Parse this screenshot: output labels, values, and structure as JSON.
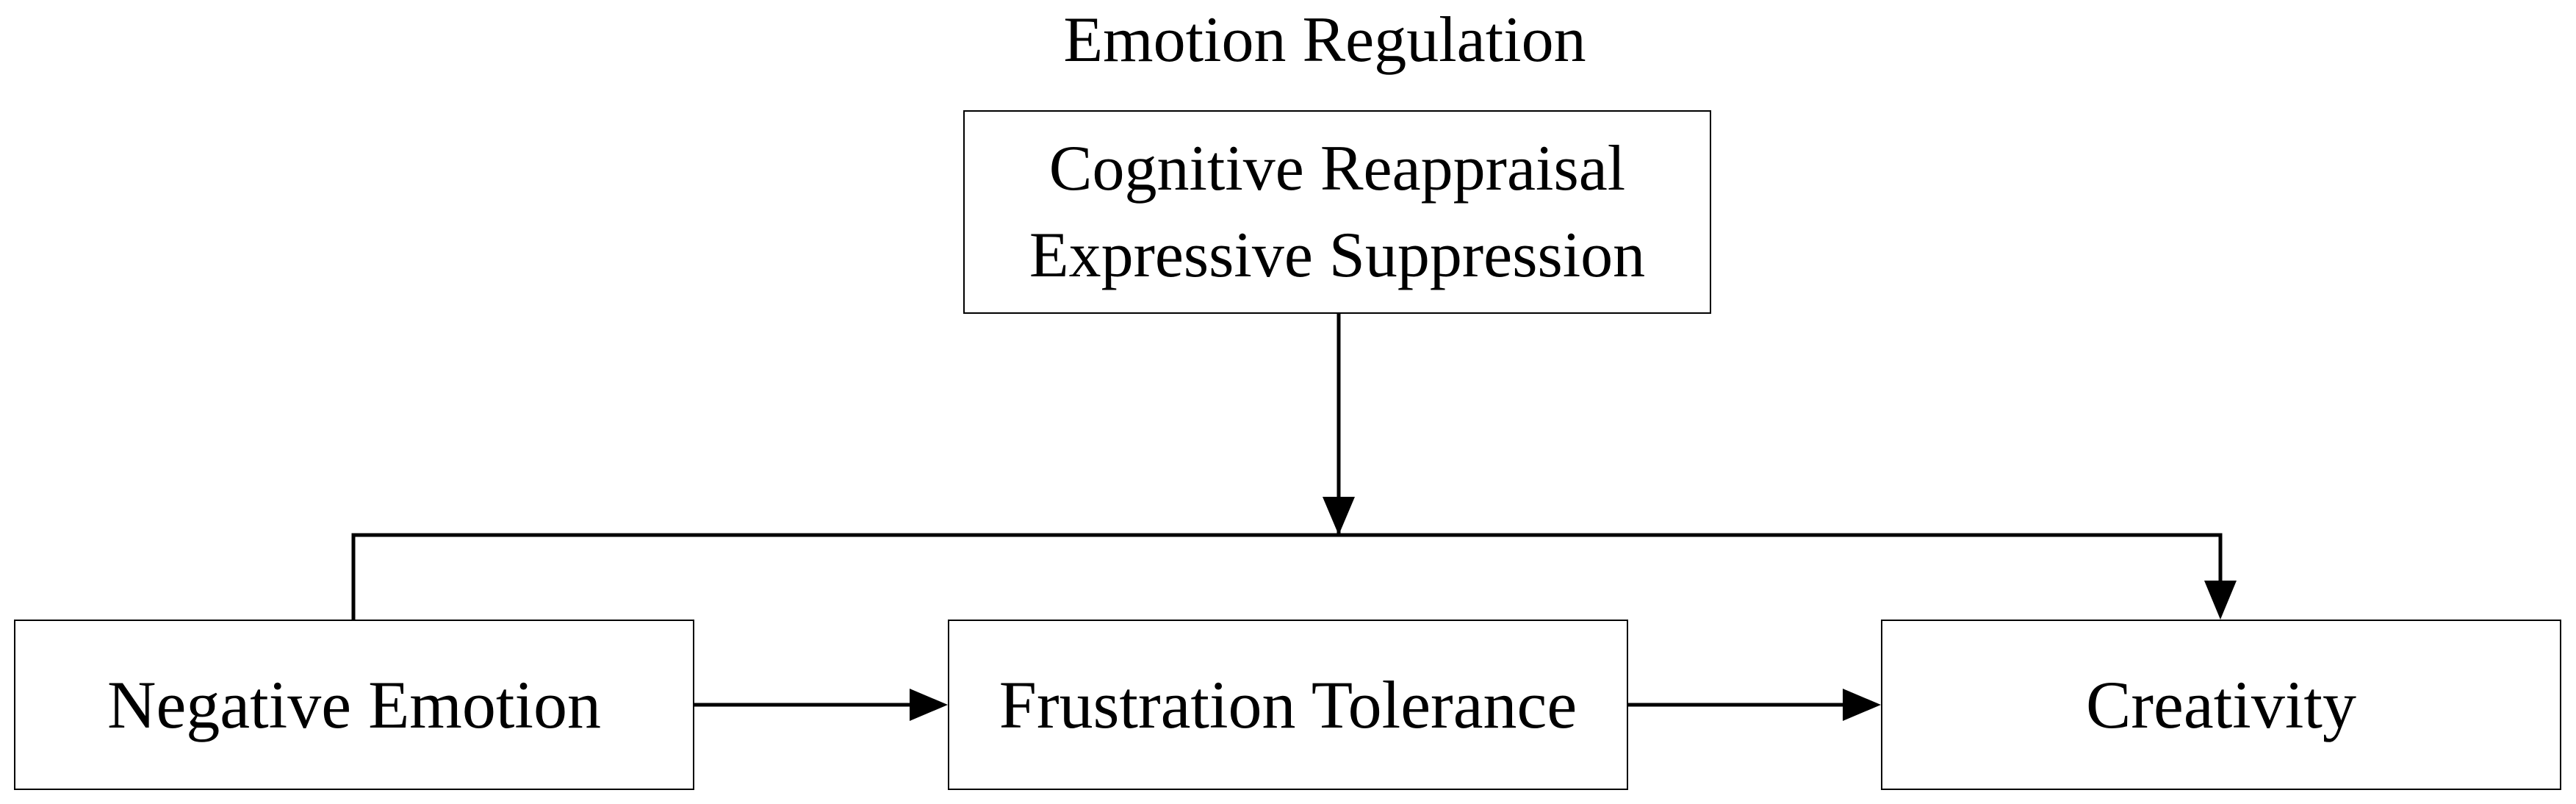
{
  "title": "Emotion Regulation",
  "moderator": {
    "line1": "Cognitive Reappraisal",
    "line2": "Expressive Suppression"
  },
  "nodes": {
    "negative_emotion": "Negative Emotion",
    "frustration_tolerance": "Frustration Tolerance",
    "creativity": "Creativity"
  },
  "colors": {
    "stroke": "#000000",
    "background": "#ffffff"
  }
}
